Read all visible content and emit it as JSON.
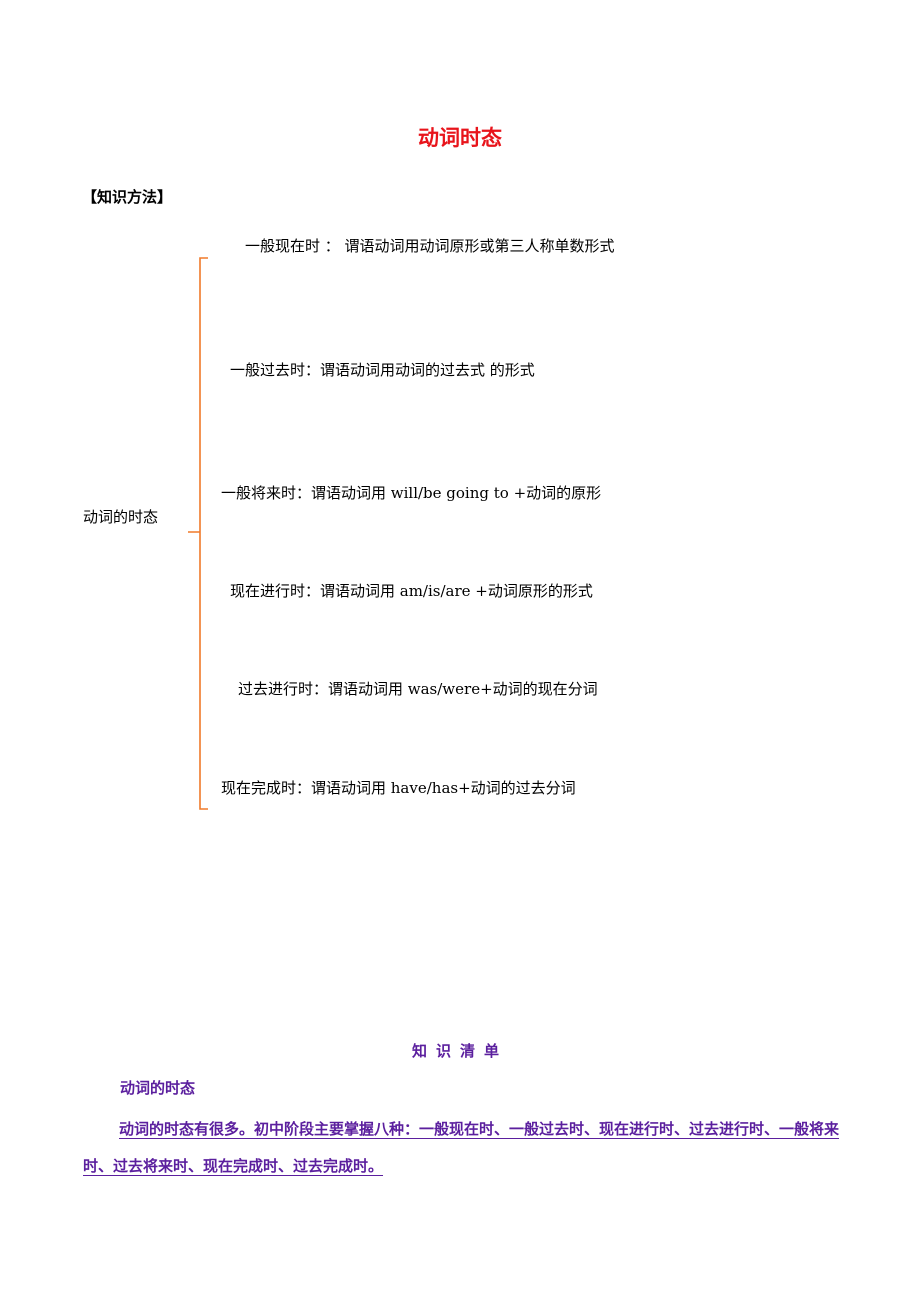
{
  "doc": {
    "title": "动词时态",
    "section_head": "【知识方法】",
    "root_label": "动词的时态",
    "tenses": [
      "一般现在时 ： 谓语动词用动词原形或第三人称单数形式",
      "一般过去时：谓语动词用动词的过去式 的形式",
      "一般将来时：谓语动词用 will/be going  to +动词的原形",
      "现在进行时：谓语动词用 am/is/are +动词原形的形式",
      "过去进行时：谓语动词用 was/were+动词的现在分词",
      "现在完成时：谓语动词用 have/has+动词的过去分词"
    ],
    "list_title": "知识清单",
    "sub_head": "动词的时态",
    "paragraph": "动词的时态有很多。初中阶段主要掌握八种：一般现在时、一般过去时、现在进行时、过去进行时、一般将来时、过去将来时、现在完成时、过去完成时。"
  },
  "colors": {
    "title": "#e8141b",
    "bracket": "#f07a2a",
    "knowledge_list": "#5b1f9e"
  }
}
